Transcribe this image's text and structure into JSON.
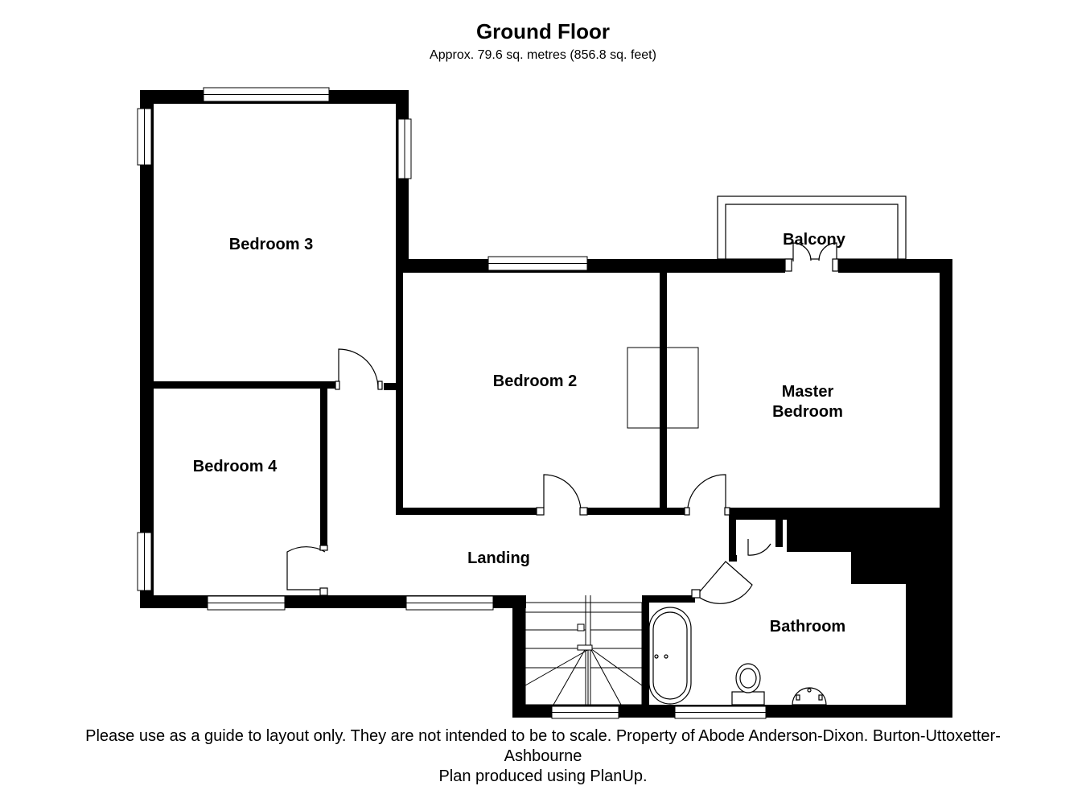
{
  "header": {
    "title": "Ground Floor",
    "subtitle": "Approx. 79.6 sq. metres (856.8 sq. feet)"
  },
  "rooms": {
    "bedroom3": "Bedroom 3",
    "bedroom4": "Bedroom 4",
    "bedroom2": "Bedroom 2",
    "master_line1": "Master",
    "master_line2": "Bedroom",
    "balcony": "Balcony",
    "landing": "Landing",
    "bathroom": "Bathroom"
  },
  "footer": {
    "line1": "Please use as a guide to layout only. They are not intended to be to scale. Property of Abode Anderson-Dixon. Burton-Uttoxetter-",
    "line2": "Ashbourne",
    "line3": "Plan produced using PlanUp."
  },
  "colors": {
    "wall": "#000000",
    "window": "#ffffff",
    "background": "#ffffff"
  }
}
